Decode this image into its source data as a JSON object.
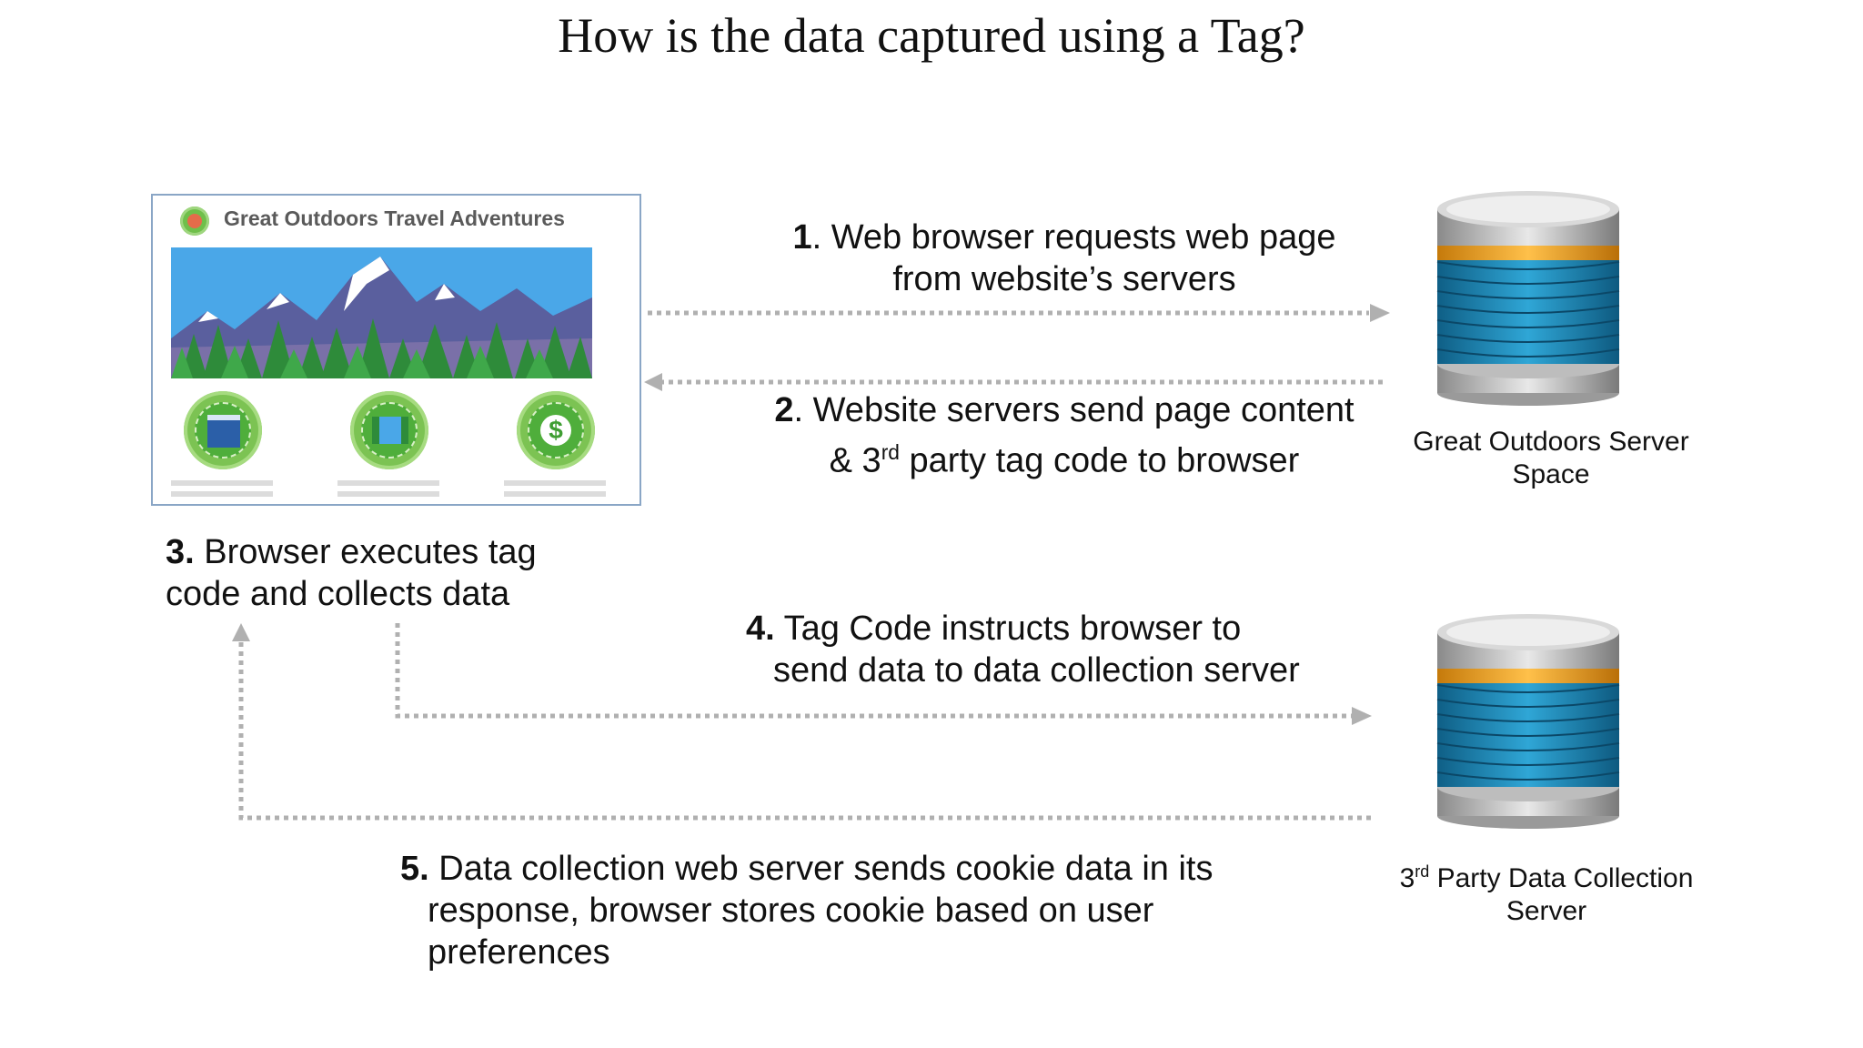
{
  "title": "How is the data captured using a Tag?",
  "browser": {
    "site_name": "Great Outdoors Travel Adventures"
  },
  "steps": {
    "s1": {
      "num": "1",
      "line1": ". Web browser requests web page",
      "line2": "from website’s servers"
    },
    "s2": {
      "num": "2",
      "line1": ". Website servers send page content",
      "line2_a": "& 3",
      "line2_sup": "rd",
      "line2_b": " party tag code to browser"
    },
    "s3": {
      "num": "3.",
      "line1": " Browser executes tag",
      "line2": "code and collects data"
    },
    "s4": {
      "num": "4.",
      "line1": " Tag Code instructs browser to",
      "line2": "send data to data collection server"
    },
    "s5": {
      "num": "5.",
      "line1": " Data collection web server sends cookie data in its",
      "line2": "response, browser stores cookie based on user",
      "line3": "preferences"
    }
  },
  "servers": {
    "top": {
      "caption_line1": "Great Outdoors Server",
      "caption_line2": "Space"
    },
    "bottom": {
      "caption_a": "3",
      "caption_sup": "rd",
      "caption_b": " Party Data Collection",
      "caption_line2": "Server"
    }
  },
  "colors": {
    "arrow": "#b0b0b0",
    "disk_blue": "#1f8fb8",
    "disk_orange": "#f2a21b",
    "cap_silver": "#c8c8c8"
  }
}
